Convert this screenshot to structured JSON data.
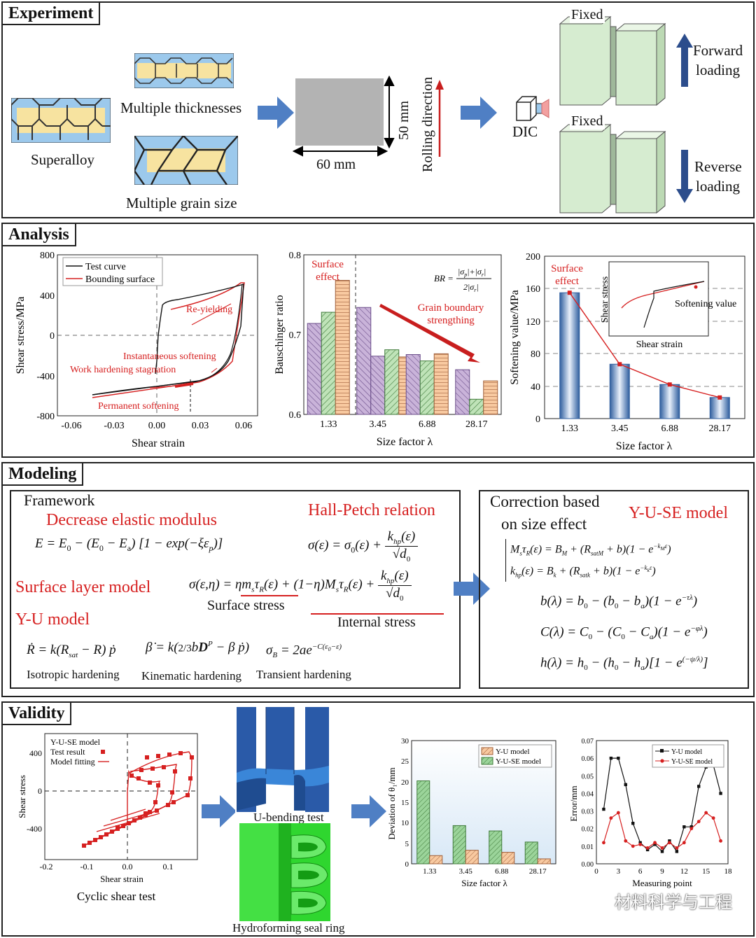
{
  "panels": {
    "experiment": "Experiment",
    "analysis": "Analysis",
    "modeling": "Modeling",
    "validity": "Validity"
  },
  "experiment": {
    "superalloy": "Superalloy",
    "thickness": "Multiple thicknesses",
    "grain": "Multiple grain size",
    "dim_h": "50 mm",
    "dim_w": "60 mm",
    "rolling": "Rolling direction",
    "dic": "DIC",
    "fixed1": "Fixed",
    "fixed2": "Fixed",
    "forward1": "Forward",
    "forward2": "loading",
    "reverse1": "Reverse",
    "reverse2": "loading"
  },
  "analysis": {
    "c1": {
      "ylabel": "Shear stress/MPa",
      "xlabel": "Shear strain",
      "legend": [
        "Test curve",
        "Bounding surface"
      ],
      "xticks": [
        "-0.06",
        "-0.03",
        "0.00",
        "0.03",
        "0.06"
      ],
      "yticks": [
        "800",
        "400",
        "0",
        "-400",
        "-800"
      ],
      "ann": {
        "reyield": "Re-yielding",
        "inst": "Instantaneous softening",
        "stag": "Work hardening stagnation",
        "perm": "Permanent softening"
      }
    },
    "c2": {
      "ylabel": "Bauschinger ratio",
      "xlabel": "Size factor λ",
      "yticks": [
        "0.8",
        "0.7",
        "0.6"
      ],
      "surf1": "Surface",
      "surf2": "effect",
      "gb1": "Grain boundary",
      "gb2": "strengthing",
      "br": "BR ="
    },
    "c3": {
      "ylabel": "Softening value/MPa",
      "xlabel": "Size factor λ",
      "yticks": [
        "200",
        "160",
        "120",
        "80",
        "40",
        "0"
      ],
      "surf1": "Surface",
      "surf2": "effect",
      "inset_y": "Shear stress",
      "inset_x": "Shear strain",
      "inset_label": "Softening value"
    }
  },
  "modeling": {
    "framework": "Framework",
    "dem": "Decrease elastic modulus",
    "hp": "Hall-Petch relation",
    "slm": "Surface layer model",
    "yu": "Y-U model",
    "surf_stress": "Surface stress",
    "int_stress": "Internal stress",
    "iso": "Isotropic hardening",
    "kin": "Kinematic hardening",
    "trans": "Transient hardening",
    "corr1": "Correction based",
    "corr2": "on size effect",
    "yuse": "Y-U-SE model"
  },
  "validity": {
    "cyc": {
      "legend_title": "Y-U-SE model",
      "test": "Test result",
      "fit": "Model fitting",
      "ylabel": "Shear stress",
      "xlabel": "Shear strain",
      "caption": "Cyclic shear test",
      "xticks": [
        "-0.2",
        "-0.1",
        "0.0",
        "0.1"
      ],
      "yticks": [
        "400",
        "0",
        "-400"
      ]
    },
    "ubend": "U-bending test",
    "seal": "Hydroforming seal ring",
    "dev": {
      "legend": [
        "Y-U model",
        "Y-U-SE model"
      ],
      "ylabel": "Deviation of θ₁/mm",
      "xlabel": "Size factor λ",
      "yticks": [
        "30",
        "25",
        "20",
        "15",
        "10",
        "5",
        "0"
      ]
    },
    "err": {
      "legend": [
        "Y-U model",
        "Y-U-SE model"
      ],
      "ylabel": "Error/mm",
      "xlabel": "Measuring point",
      "yticks": [
        "0.07",
        "0.06",
        "0.05",
        "0.04",
        "0.03",
        "0.02",
        "0.01",
        "0.00"
      ],
      "xticks": [
        "0",
        "3",
        "6",
        "9",
        "12",
        "15",
        "18"
      ]
    }
  },
  "watermark": "材料科学与工程",
  "chart_data": [
    {
      "type": "bar",
      "categories": [
        "1.33",
        "3.45",
        "6.88",
        "28.17"
      ],
      "series": [
        {
          "values": [
            0.714,
            0.673,
            0.675,
            0.656
          ]
        },
        {
          "values": [
            0.728,
            0.681,
            0.667,
            0.619
          ]
        },
        {
          "values": [
            0.768,
            0.672,
            0.676,
            0.642
          ]
        }
      ],
      "extra_bar": {
        "category": "3.45",
        "value": 0.734
      },
      "ylabel": "Bauschinger ratio",
      "xlabel": "Size factor λ",
      "ylim": [
        0.6,
        0.8
      ],
      "colors": [
        "#c9b3d9",
        "#bfe3b8",
        "#f8c9a0"
      ]
    },
    {
      "type": "bar",
      "categories": [
        "1.33",
        "3.45",
        "6.88",
        "28.17"
      ],
      "values": [
        155,
        67,
        42,
        26
      ],
      "ylabel": "Softening value/MPa",
      "xlabel": "Size factor λ",
      "ylim": [
        0,
        200
      ],
      "colors": [
        "#4a78b8"
      ]
    },
    {
      "type": "bar",
      "categories": [
        "1.33",
        "3.45",
        "6.88",
        "28.17"
      ],
      "series": [
        {
          "name": "Y-U model",
          "values": [
            2.0,
            3.3,
            2.8,
            1.2
          ]
        },
        {
          "name": "Y-U-SE model",
          "values": [
            20.2,
            9.3,
            8.0,
            5.3
          ]
        }
      ],
      "ylabel": "Deviation of θ₁/mm",
      "xlabel": "Size factor λ",
      "ylim": [
        0,
        30
      ],
      "colors": [
        "#f8c9a0",
        "#9bd49a"
      ]
    },
    {
      "type": "line",
      "x": [
        1,
        2,
        3,
        4,
        5,
        6,
        7,
        8,
        9,
        10,
        11,
        12,
        13,
        14,
        15,
        16,
        17
      ],
      "series": [
        {
          "name": "Y-U model",
          "values": [
            0.031,
            0.06,
            0.06,
            0.045,
            0.023,
            0.012,
            0.008,
            0.011,
            0.007,
            0.013,
            0.007,
            0.021,
            0.021,
            0.044,
            0.055,
            0.056,
            0.04
          ]
        },
        {
          "name": "Y-U-SE model",
          "values": [
            0.012,
            0.026,
            0.029,
            0.013,
            0.01,
            0.011,
            0.009,
            0.012,
            0.009,
            0.012,
            0.009,
            0.012,
            0.02,
            0.024,
            0.029,
            0.026,
            0.013
          ]
        }
      ],
      "ylabel": "Error/mm",
      "xlabel": "Measuring point",
      "ylim": [
        0,
        0.07
      ],
      "xlim": [
        0,
        18
      ],
      "colors": [
        "#111111",
        "#d62020"
      ]
    }
  ]
}
